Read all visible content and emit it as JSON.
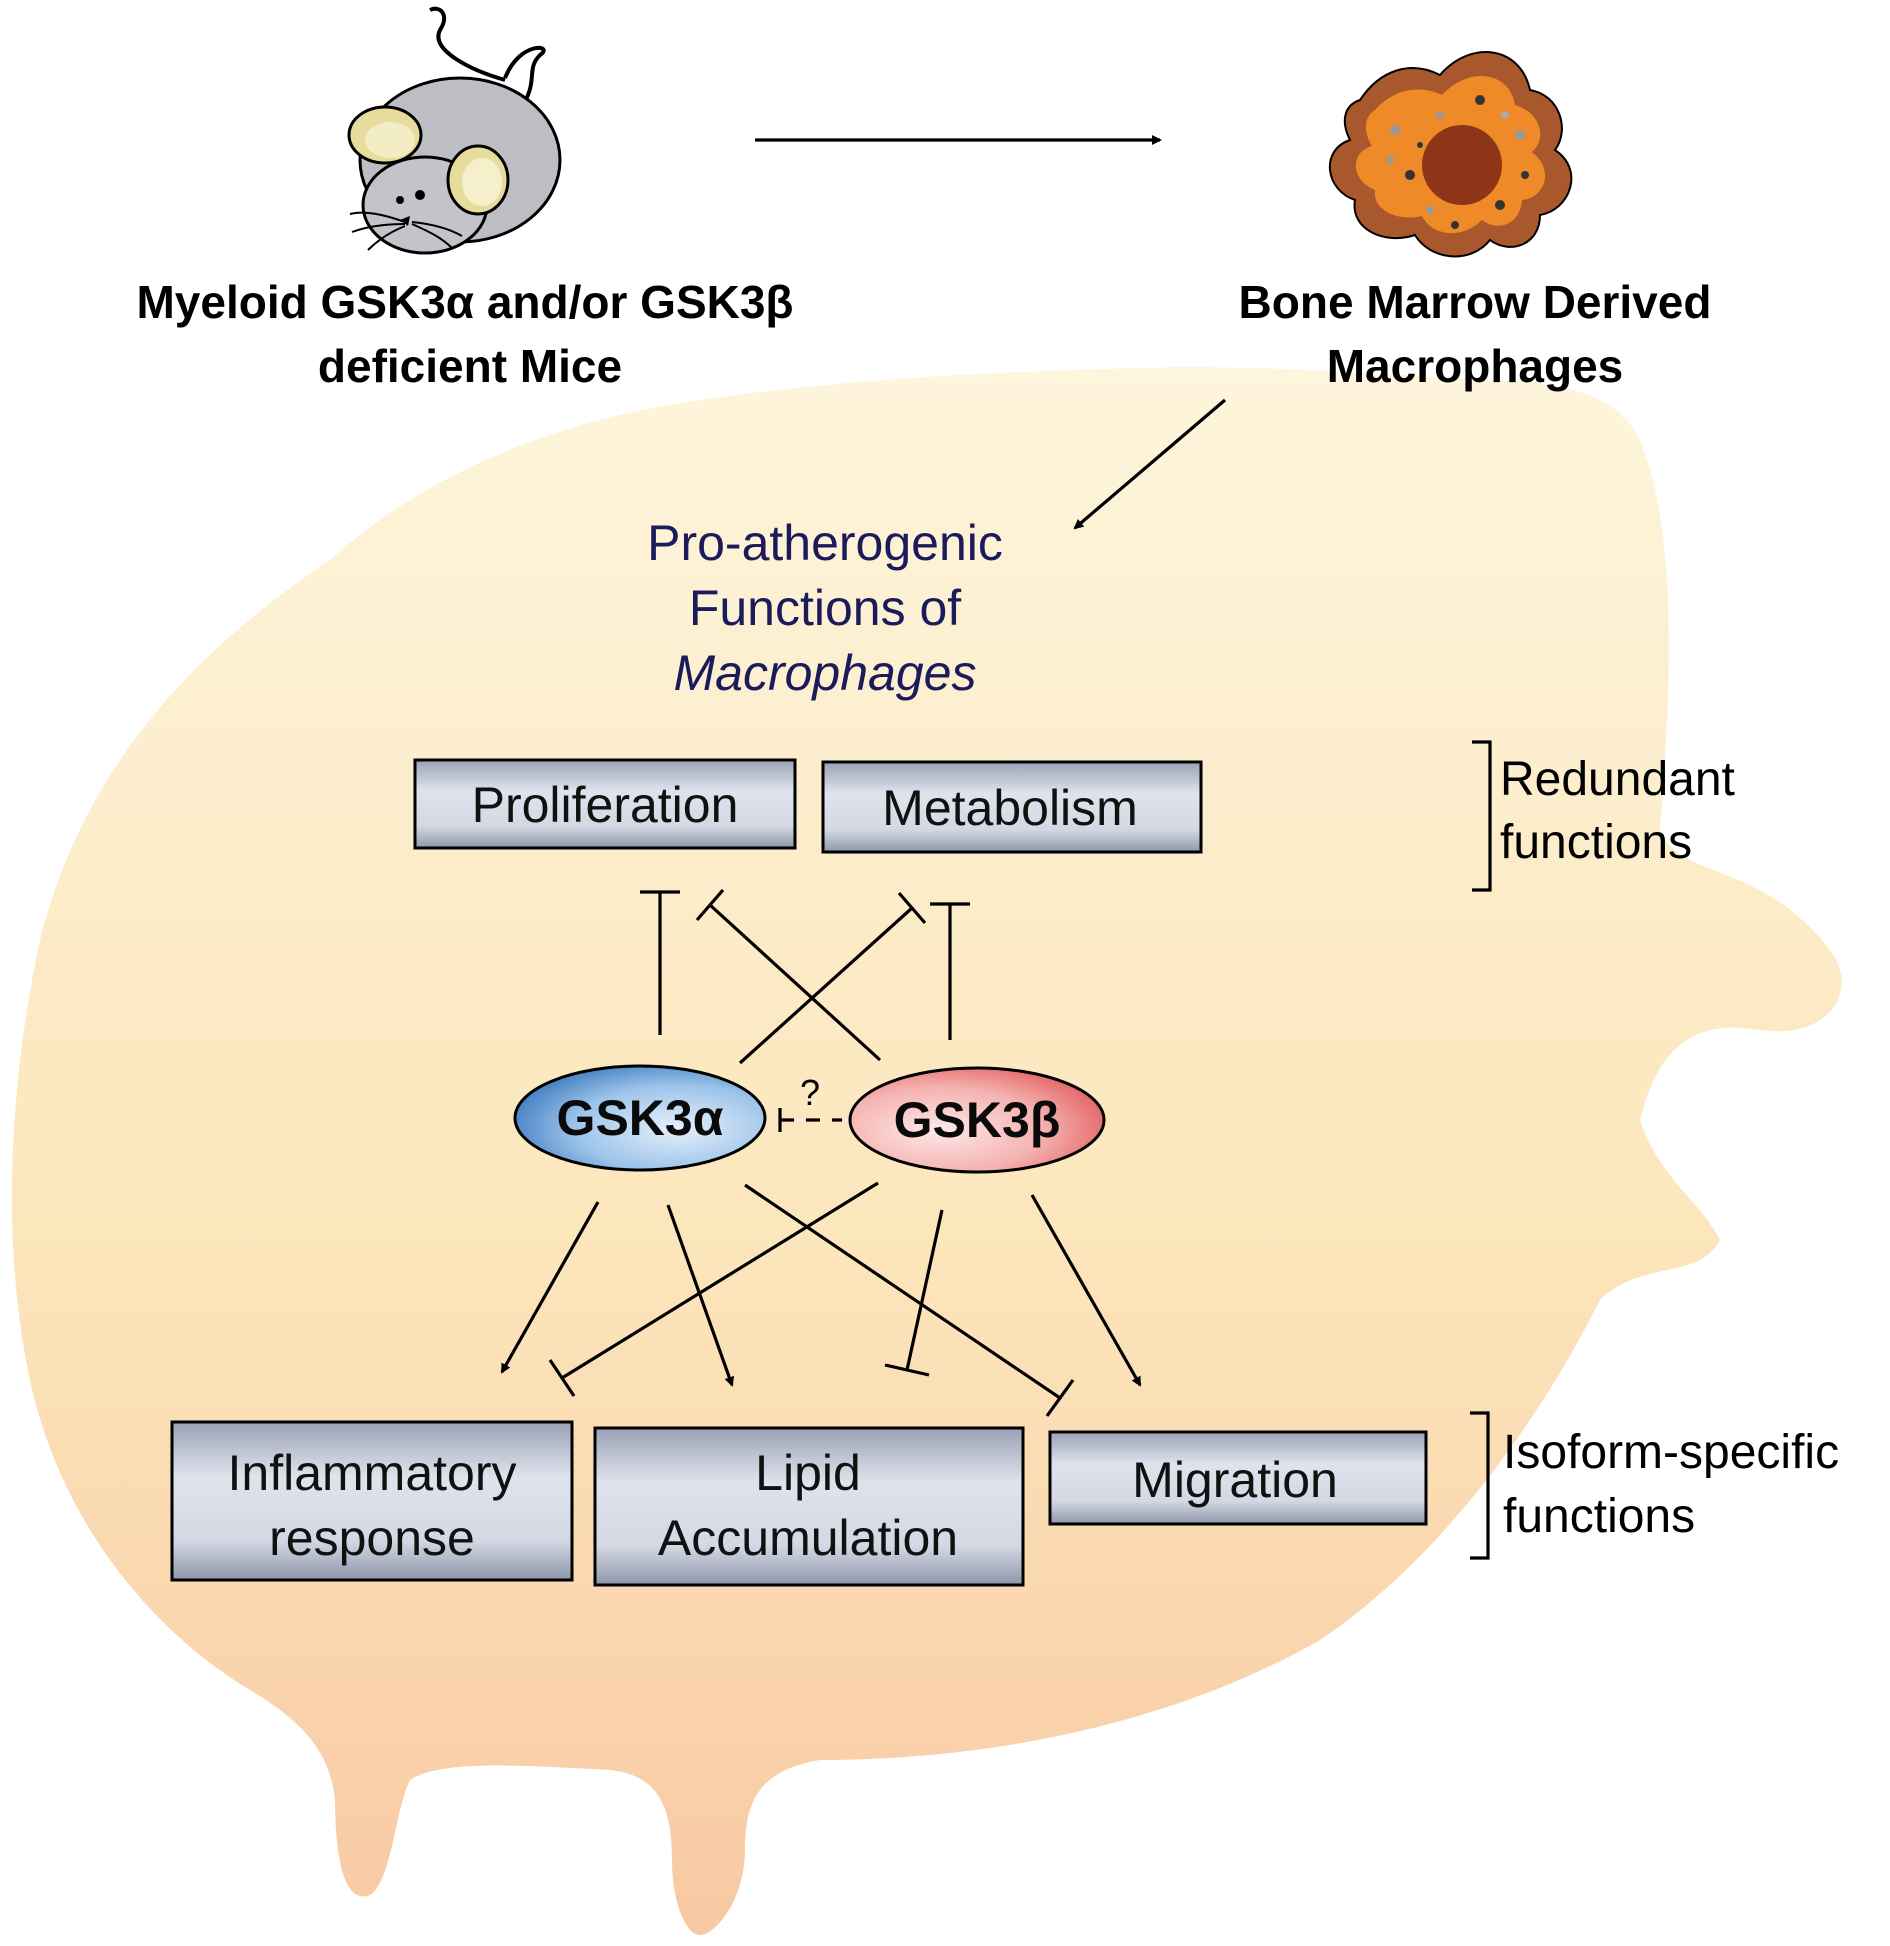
{
  "header": {
    "mice_label_line1": "Myeloid GSK3α and/or GSK3β",
    "mice_label_line2": "deficient Mice",
    "bmdm_label_line1": "Bone Marrow Derived",
    "bmdm_label_line2": "Macrophages"
  },
  "functions_title": {
    "line1": "Pro-atherogenic",
    "line2": "Functions of",
    "line3": "Macrophages"
  },
  "redundant_group": {
    "boxes": [
      "Proliferation",
      "Metabolism"
    ],
    "label_line1": "Redundant",
    "label_line2": "functions"
  },
  "isoforms": {
    "alpha": "GSK3α",
    "beta": "GSK3β",
    "link_symbol": "?"
  },
  "isoform_group": {
    "inflammatory_line1": "Inflammatory",
    "inflammatory_line2": "response",
    "lipid_line1": "Lipid",
    "lipid_line2": "Accumulation",
    "migration": "Migration",
    "label_line1": "Isoform-specific",
    "label_line2": "functions"
  },
  "colors": {
    "cell_top": "#fdf3d4",
    "cell_bottom": "#f9cfa8",
    "box_fill": "#c6cbd8",
    "alpha_fill": "#4a84c8",
    "beta_fill": "#e77a7a",
    "title_text": "#1b1b5c"
  }
}
